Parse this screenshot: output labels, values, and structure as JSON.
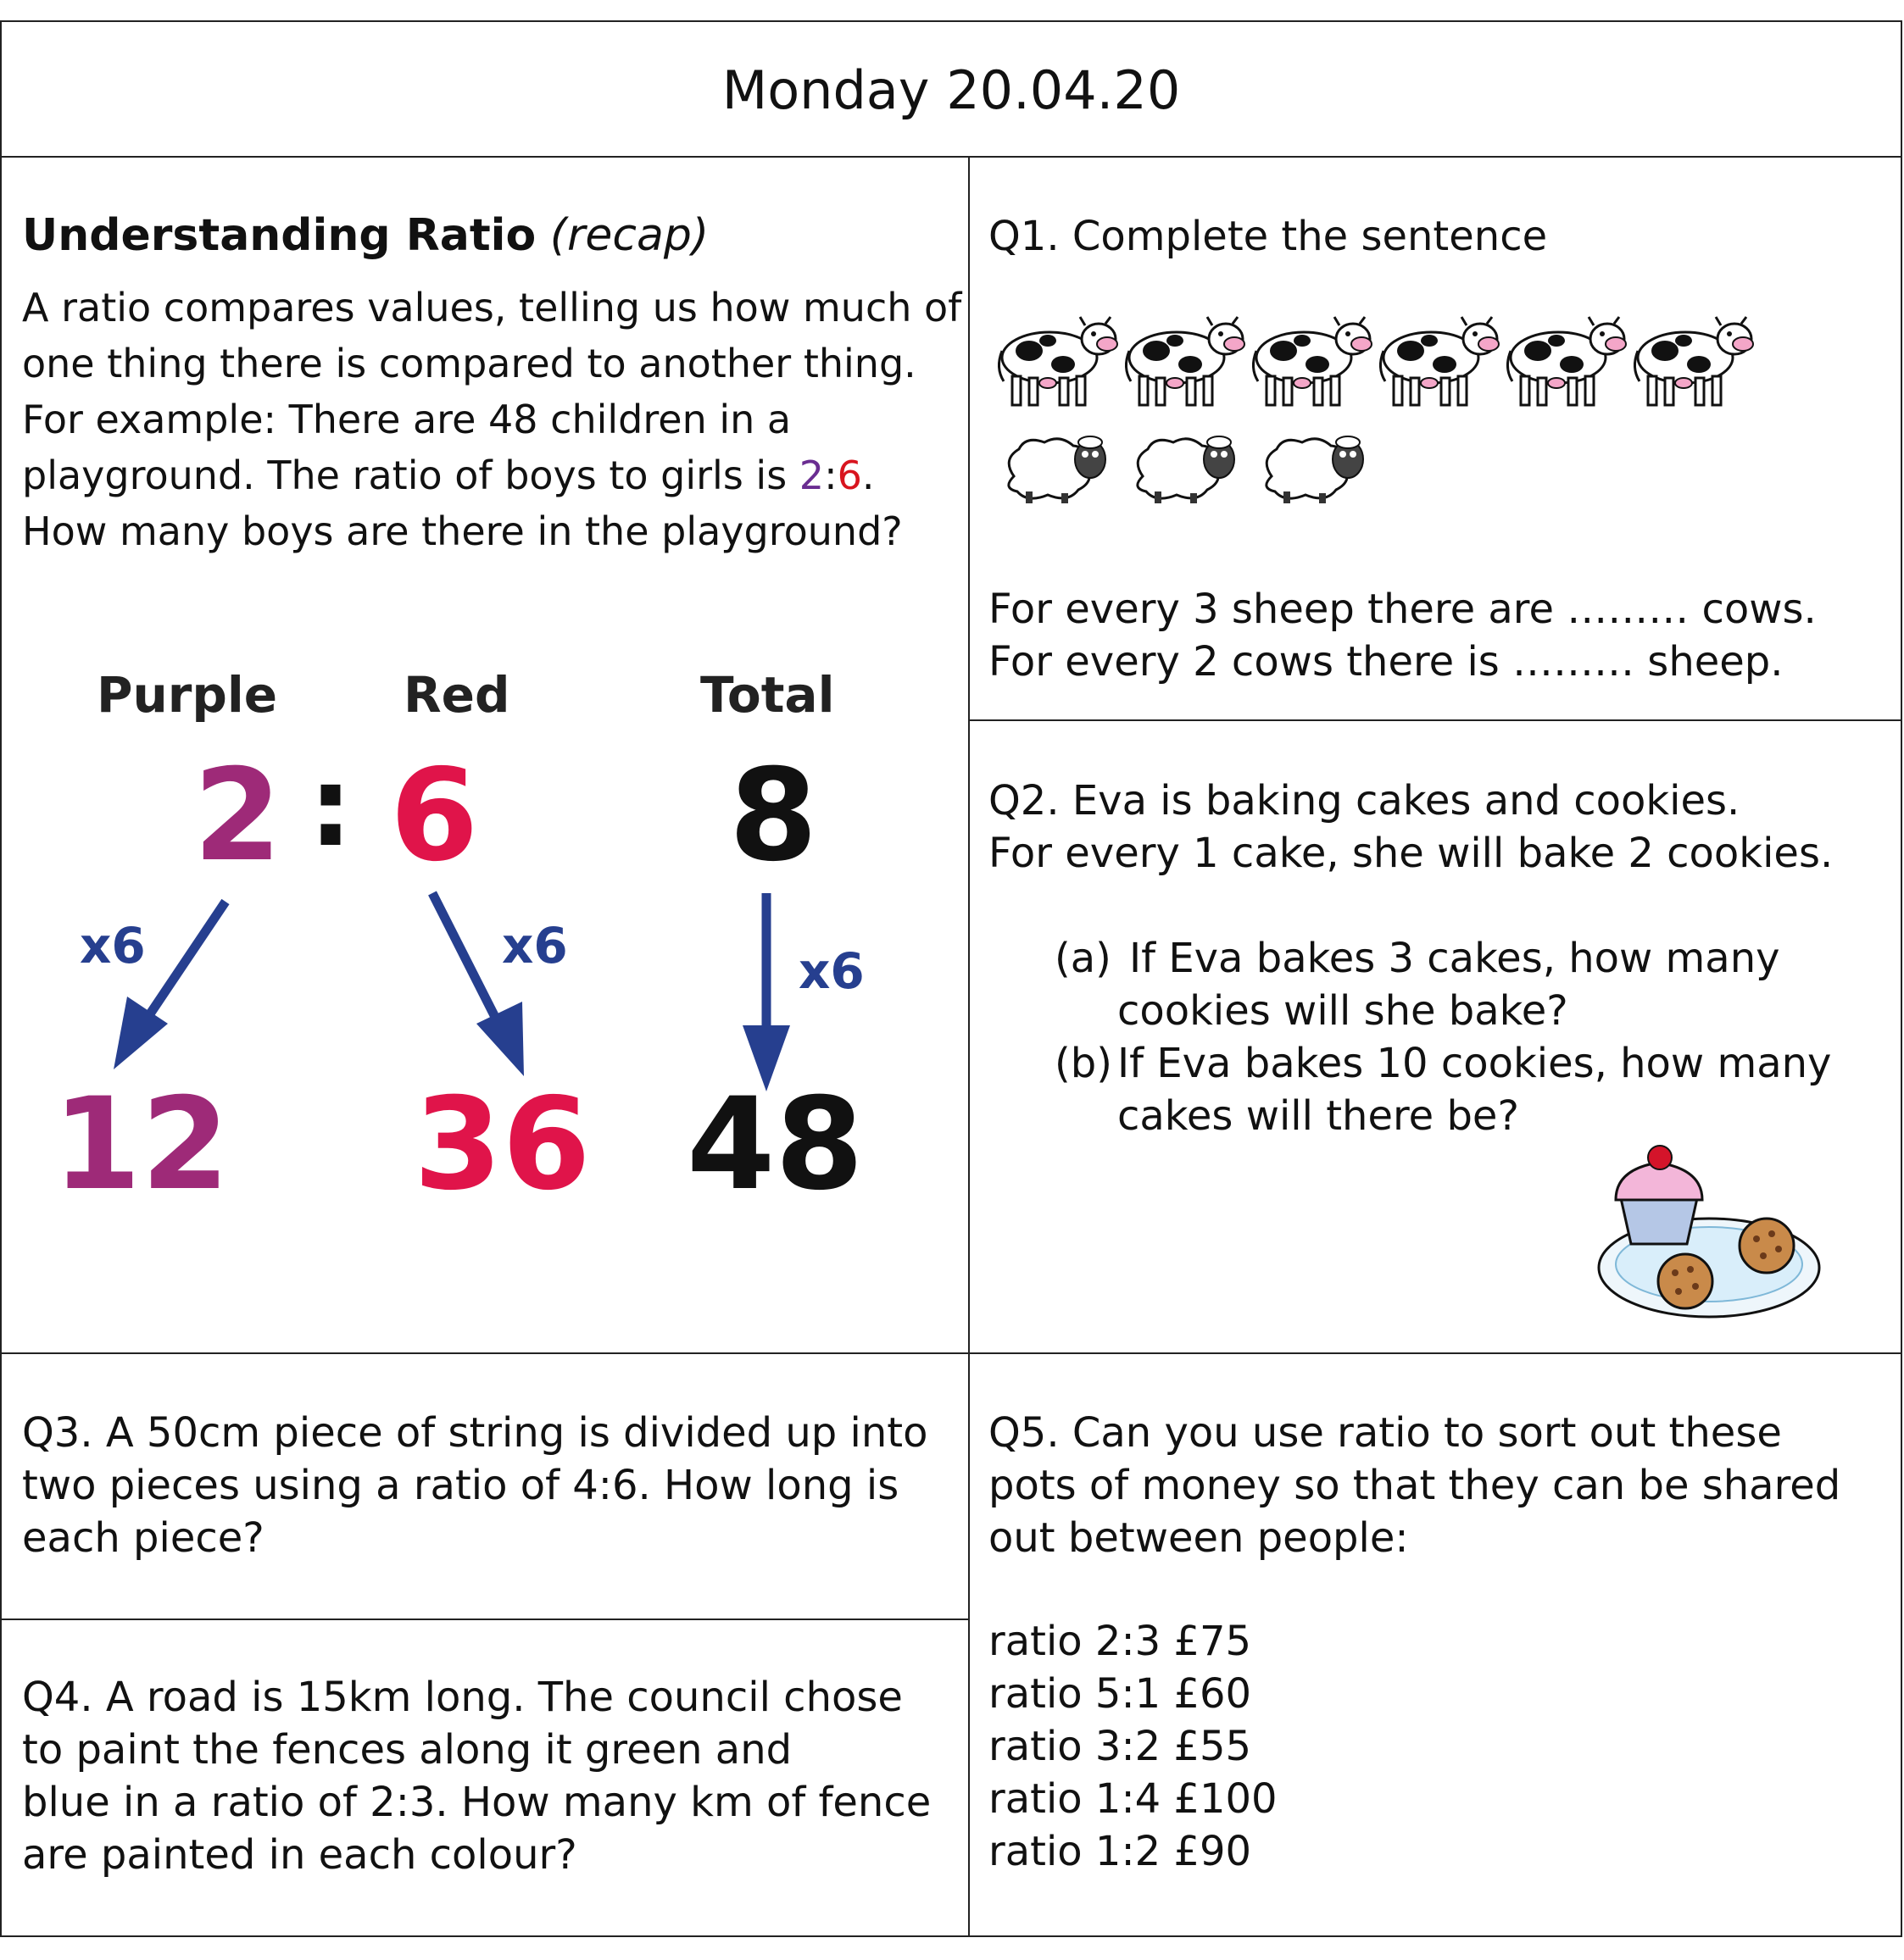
{
  "header": {
    "title": "Monday 20.04.20"
  },
  "recap": {
    "heading_bold": "Understanding Ratio",
    "heading_italic": "(recap)",
    "lines": [
      "A ratio compares values, telling us how much of",
      "one thing there is compared to another thing.",
      "For example:  There are 48 children in a"
    ],
    "line4_prefix": "playground. The ratio of boys to girls is ",
    "line4_purple": "2",
    "line4_colon": ":",
    "line4_red": "6",
    "line4_suffix": ".",
    "line5": "How many boys are there in the playground?"
  },
  "diagram": {
    "labels": {
      "purple": "Purple",
      "red": "Red",
      "total": "Total"
    },
    "top": {
      "purple": "2",
      "colon": ":",
      "red": "6",
      "total": "8"
    },
    "multipliers": {
      "purple": "x6",
      "red": "x6",
      "total": "x6"
    },
    "bottom": {
      "purple": "12",
      "red": "36",
      "total": "48"
    },
    "colors": {
      "purple": "#9e2a78",
      "red": "#e0144a",
      "black": "#111111",
      "arrow": "#263f8f"
    }
  },
  "q1": {
    "title": "Q1. Complete the sentence",
    "line1": "For every 3 sheep there are ……… cows.",
    "line2": "For every 2 cows there is ……… sheep.",
    "cow_count": 6,
    "sheep_count": 3
  },
  "q2": {
    "line1": "Q2. Eva is baking cakes and cookies.",
    "line2": "For every 1 cake, she will bake 2 cookies.",
    "a_label": "(a)",
    "a_line1": "If Eva bakes 3 cakes, how many",
    "a_line2": "cookies will she bake?",
    "b_label": "(b)",
    "b_line1": "If Eva bakes 10 cookies, how many",
    "b_line2": "cakes will there be?"
  },
  "q3": {
    "lines": [
      "Q3. A 50cm piece of string is divided up into",
      "two pieces using a ratio of 4:6. How long is",
      "each piece?"
    ]
  },
  "q4": {
    "lines": [
      "Q4. A road is 15km long. The council chose",
      "to paint the fences along it green and",
      "blue in a ratio of 2:3. How many km of fence",
      "are painted in each colour?"
    ]
  },
  "q5": {
    "lines": [
      "Q5. Can you use ratio to sort out these",
      "pots of money so that they can be shared",
      "out between people:"
    ],
    "ratios": [
      "ratio 2:3  £75",
      "ratio 5:1  £60",
      "ratio 3:2  £55",
      "ratio 1:4  £100",
      "ratio 1:2  £90"
    ]
  }
}
